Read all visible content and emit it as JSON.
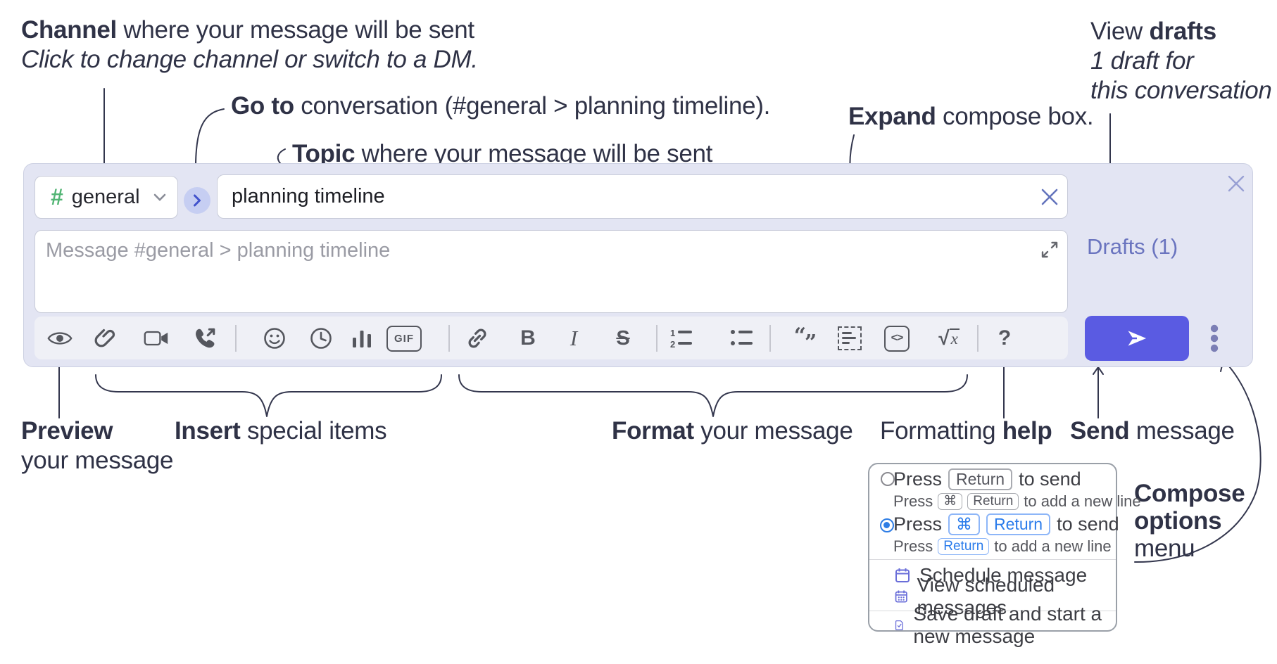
{
  "annotations": {
    "channel": {
      "bold": "Channel",
      "rest": " where your message will be sent",
      "line2": "Click to change channel or switch to a DM."
    },
    "goto": {
      "bold": "Go to",
      "rest": " conversation (#general > planning timeline)."
    },
    "topic": {
      "bold": "Topic",
      "rest": " where your message will be sent"
    },
    "expand": {
      "bold": "Expand",
      "rest": " compose box."
    },
    "drafts": {
      "line1_pre": "View ",
      "line1_bold": "drafts",
      "line2": "1 draft for",
      "line3": "this conversation"
    },
    "preview": {
      "bold": "Preview",
      "line2": "your message"
    },
    "insert": {
      "bold": "Insert",
      "rest": " special items"
    },
    "format": {
      "bold": "Format",
      "rest": " your message"
    },
    "fmt_help": {
      "pre": "Formatting ",
      "bold": "help"
    },
    "send": {
      "bold": "Send",
      "rest": " message"
    },
    "compose_options": {
      "bold1": "Compose",
      "bold2": "options",
      "line3": "menu"
    }
  },
  "compose": {
    "channel_button": {
      "hash": "#",
      "label": "general"
    },
    "topic_value": "planning timeline",
    "message_placeholder": "Message #general > planning timeline",
    "drafts_label": "Drafts (1)",
    "toolbar_glyphs": {
      "bold": "B",
      "italic": "I",
      "strike": "S",
      "gif": "GIF",
      "code": "<>",
      "sqrt": "√",
      "math_x": "x",
      "help": "?",
      "quote_open": "“",
      "quote_close": "”",
      "ol_1": "1",
      "ol_2": "2"
    }
  },
  "menu": {
    "option1": {
      "pre": "Press",
      "key": "Return",
      "post": "to send",
      "sub_pre": "Press",
      "sub_key1": "⌘",
      "sub_key2": "Return",
      "sub_post": "to add a new line"
    },
    "option2": {
      "pre": "Press",
      "key1": "⌘",
      "key2": "Return",
      "post": "to send",
      "sub_pre": "Press",
      "sub_key": "Return",
      "sub_post": "to add a new line"
    },
    "items": [
      "Schedule message",
      "View scheduled messages",
      "Save draft and start a new message"
    ]
  },
  "colors": {
    "panel_bg": "#e3e5f3",
    "accent_send": "#5a5be2",
    "channel_green": "#52b574",
    "drafts_link": "#6a74bf",
    "selected_blue": "#2e7de5",
    "menu_icon_purple": "#6a6ed9",
    "annotation_ink": "#2f3246"
  }
}
